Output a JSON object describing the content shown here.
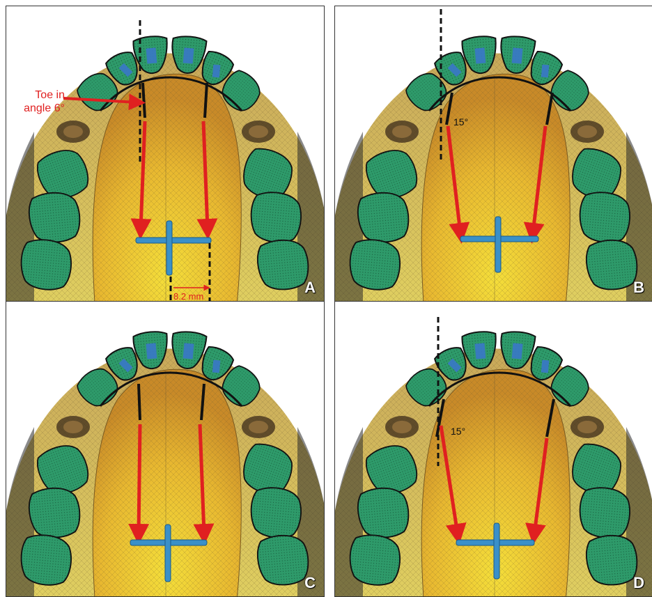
{
  "panels": [
    {
      "letter": "A",
      "toe_label_line1": "Toe in",
      "toe_label_line2": "angle 6°",
      "distance_label": "8.2 mm"
    },
    {
      "letter": "B",
      "angle_label": "15°"
    },
    {
      "letter": "C"
    },
    {
      "letter": "D",
      "angle_label": "15°"
    }
  ],
  "colors": {
    "tooth": "#2e9a6a",
    "bracket": "#3a78c8",
    "palate": "#e8b830",
    "gum": "#d8c060",
    "arrow": "#e02020",
    "cross": "#3a90c8",
    "wire": "#111111"
  }
}
